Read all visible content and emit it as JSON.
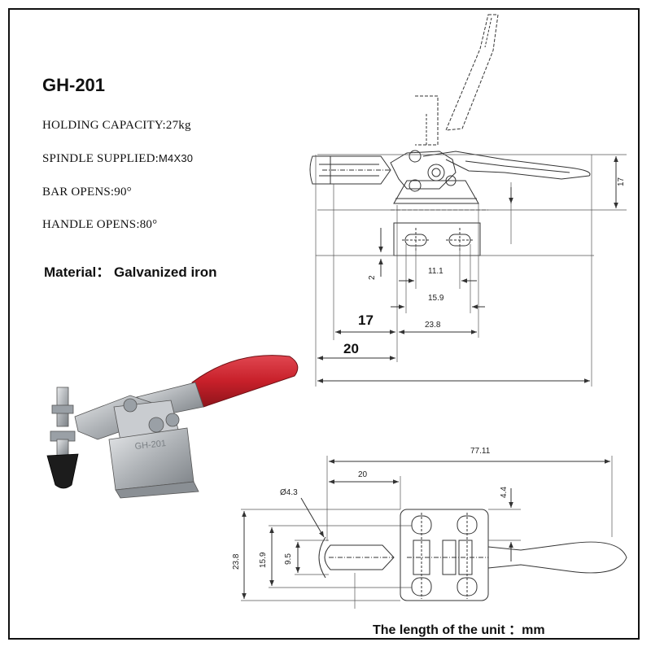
{
  "product": {
    "model": "GH-201",
    "specs": [
      {
        "label": "HOLDING CAPACITY:",
        "value": "27kg"
      },
      {
        "label": "SPINDLE SUPPLIED:",
        "value": "M4X30"
      },
      {
        "label": "BAR OPENS:",
        "value": "90°"
      },
      {
        "label": "HANDLE OPENS:",
        "value": "80°"
      }
    ],
    "material": "Material： Galvanized iron",
    "photo_marking": "GH-201"
  },
  "side_view": {
    "dims": {
      "height": "17",
      "offset": "2",
      "hole_pitch": "11.1",
      "hole_span": "15.9",
      "base_length": "23.8",
      "reach_17": "17",
      "reach_20": "20"
    }
  },
  "top_view": {
    "dims": {
      "overall_length": "77.11",
      "reach": "20",
      "edge_offset": "4.4",
      "hole_diameter": "Ø4.3",
      "base_width": "23.8",
      "hole_spacing": "15.9",
      "slot_width": "9.5"
    }
  },
  "footer": {
    "unit_note": "The length of the unit ：mm"
  },
  "colors": {
    "line": "#333333",
    "handle_red": "#c8202a",
    "metal": "#b9bcc0"
  }
}
